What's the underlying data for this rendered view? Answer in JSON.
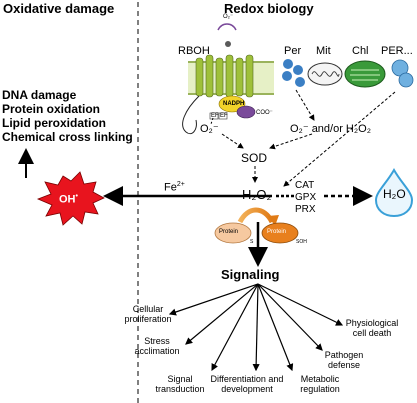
{
  "headers": {
    "left": "Oxidative damage",
    "right": "Redox biology"
  },
  "damage_list": [
    "DNA damage",
    "Protein oxidation",
    "Lipid peroxidation",
    "Chemical cross linking"
  ],
  "oh_label": "OH",
  "oh_sup": "•",
  "fe_label": "Fe",
  "fe_sup": "2+",
  "sources": {
    "rboh": "RBOH",
    "per": "Per",
    "mit": "Mit",
    "chl": "Chl",
    "per_more": "PER..."
  },
  "rboh_parts": {
    "nadph": "NADPH",
    "ef1": "EF",
    "ef2": "EF",
    "o2_top": "O₂⁻",
    "coo": "COO⁻"
  },
  "species": {
    "superoxide_left": "O₂⁻",
    "superoxide_right": "O₂⁻ and/or H₂O₂",
    "sod": "SOD",
    "h2o2": "H₂O₂",
    "water": "H₂O"
  },
  "enzymes": [
    "CAT",
    "GPX",
    "PRX"
  ],
  "protein": {
    "left": "Protein",
    "left_sub": "S",
    "right": "Protein",
    "right_sub": "SOH"
  },
  "signaling": "Signaling",
  "outcomes": [
    "Cellular proliferation",
    "Stress acclimation",
    "Signal transduction",
    "Differentiation and development",
    "Metabolic regulation",
    "Pathogen defense",
    "Physiological cell death"
  ],
  "colors": {
    "oh_burst": "#e8141e",
    "water_drop": "#3aa0d8",
    "rboh_membrane": "#9fc03a",
    "nadph": "#f2d32a",
    "per": "#3b7fc4",
    "chl": "#3a9a3a",
    "protein_left": "#f6c9a0",
    "protein_right": "#e8801e"
  }
}
